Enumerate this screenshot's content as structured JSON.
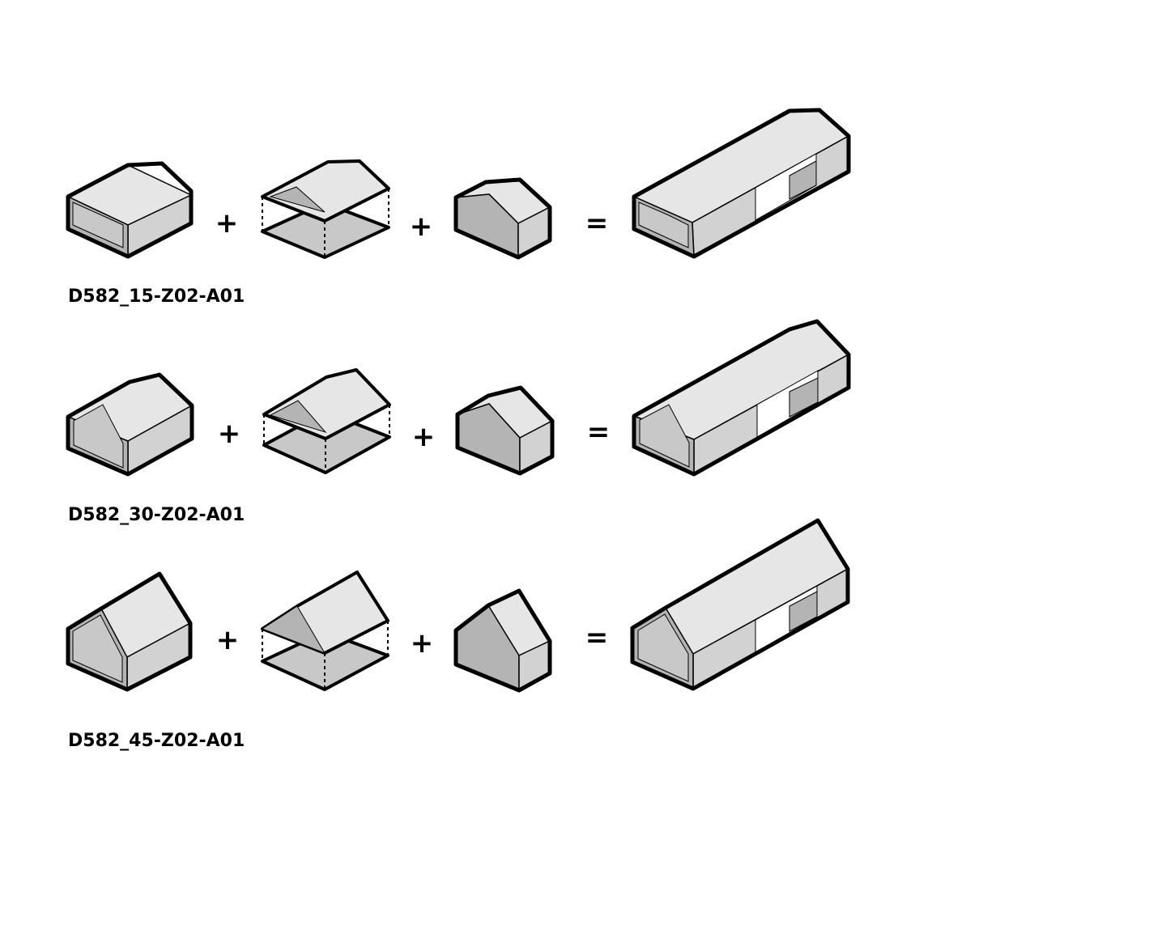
{
  "rows": [
    {
      "label": "D582_15-Z02-A01",
      "operators": [
        "+",
        "+",
        "="
      ]
    },
    {
      "label": "D582_30-Z02-A01",
      "operators": [
        "+",
        "+",
        "="
      ]
    },
    {
      "label": "D582_45-Z02-A01",
      "operators": [
        "+",
        "+",
        "="
      ]
    }
  ],
  "colors": {
    "outline": "#000000",
    "roof_fill": "#e6e6e6",
    "wall_fill": "#d2d2d2",
    "shade_fill": "#b4b4b4",
    "inner_fill": "#c8c8c8",
    "opening_fill": "#ffffff"
  }
}
